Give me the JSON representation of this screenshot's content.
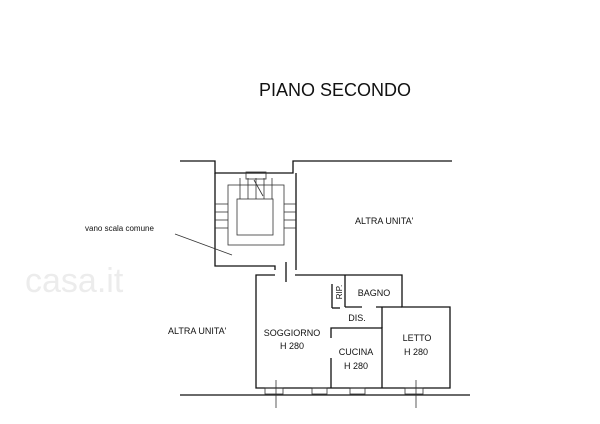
{
  "title": "PIANO SECONDO",
  "labels": {
    "stair": "vano scala comune",
    "other_unit_top": "ALTRA UNITA'",
    "other_unit_left": "ALTRA UNITA'",
    "living": "SOGGIORNO",
    "living_height": "H 280",
    "storage": "RIP.",
    "bathroom": "BAGNO",
    "hall": "DIS.",
    "kitchen": "CUCINA",
    "kitchen_height": "H 280",
    "bedroom": "LETTO",
    "bedroom_height": "H 280"
  },
  "watermark": "casa.it"
}
